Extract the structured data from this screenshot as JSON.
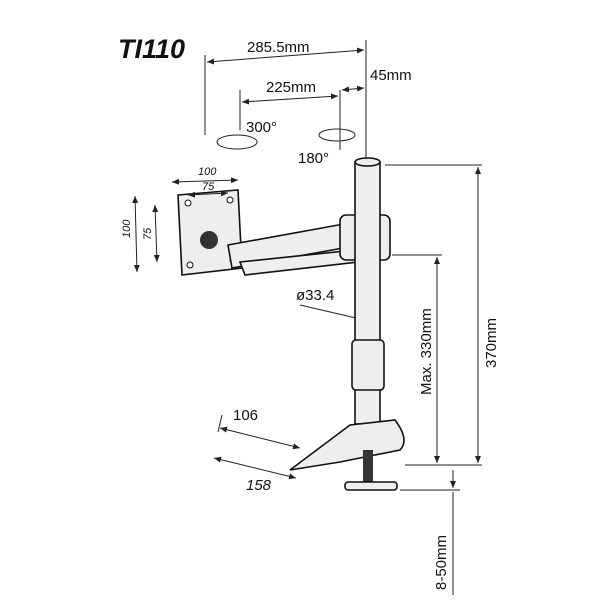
{
  "title": "TI110",
  "dimensions": {
    "total_arm_reach": "285.5mm",
    "arm_length": "225mm",
    "pole_offset": "45mm",
    "tilt_rotation": "300°",
    "arm_rotation": "180°",
    "vesa_outer_width": "100",
    "vesa_inner_width": "75",
    "vesa_outer_height": "100",
    "vesa_inner_height": "75",
    "pole_diameter": "ø33.4",
    "max_height": "Max. 330mm",
    "pole_height": "370mm",
    "base_width": "106",
    "base_depth": "158",
    "clamp_range": "8-50mm"
  }
}
